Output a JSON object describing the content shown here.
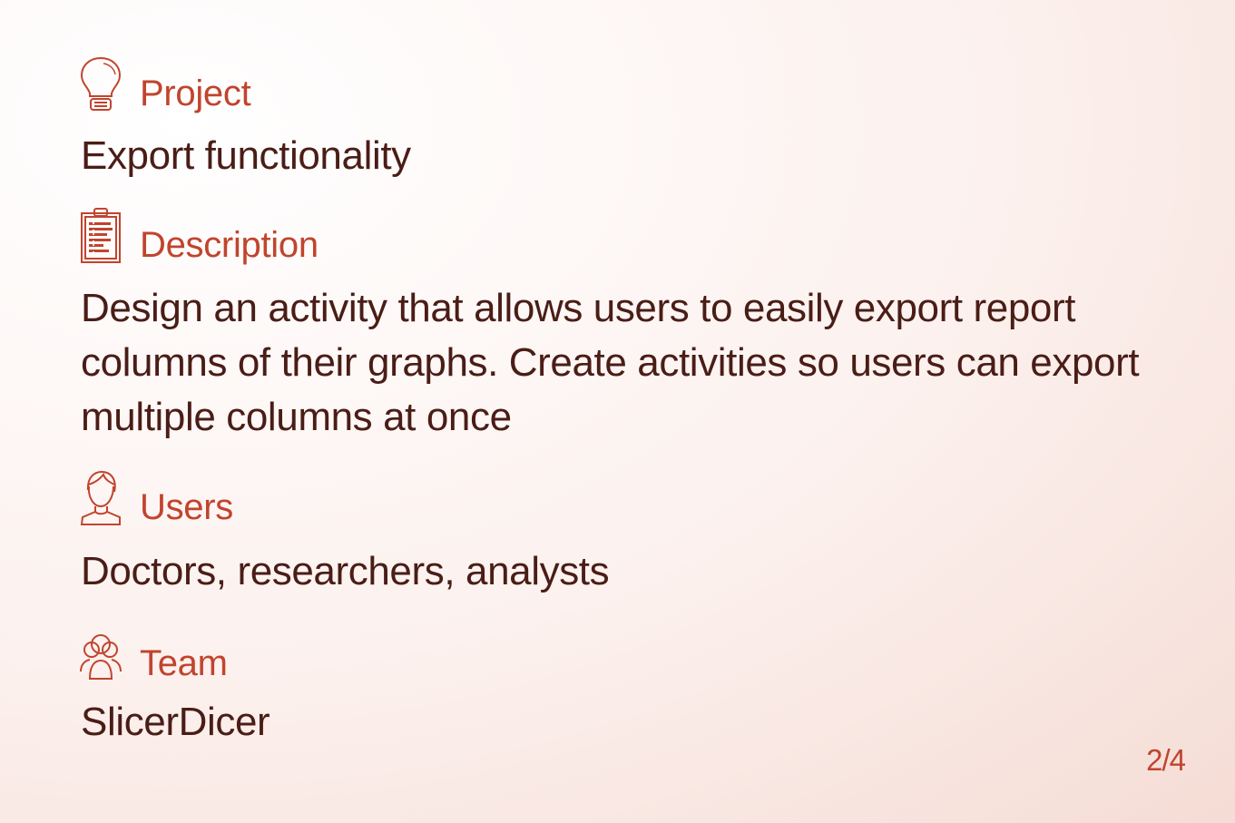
{
  "sections": {
    "project": {
      "icon": "lightbulb-icon",
      "label": "Project",
      "value": "Export functionality"
    },
    "description": {
      "icon": "clipboard-icon",
      "label": "Description",
      "value": "Design an activity that allows users to easily export report columns of their graphs. Create activities so users can export multiple columns at once"
    },
    "users": {
      "icon": "user-icon",
      "label": "Users",
      "value": "Doctors, researchers, analysts"
    },
    "team": {
      "icon": "team-icon",
      "label": "Team",
      "value": "SlicerDicer"
    }
  },
  "page_number": "2/4",
  "colors": {
    "accent": "#c1442e",
    "text": "#4a1d17",
    "background": "#fcf1ee"
  }
}
